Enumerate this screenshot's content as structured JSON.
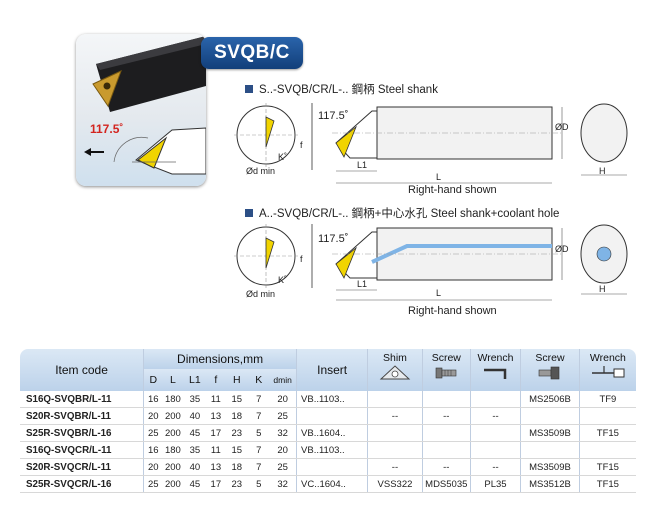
{
  "badge": "SVQB/C",
  "hero": {
    "angle": "117.5˚"
  },
  "sections": [
    {
      "title": "S..-SVQB/CR/L-..  鋼柄 Steel shank",
      "angle": "117.5˚",
      "labels": {
        "f": "f",
        "dmin": "Ød min",
        "k": "K˚",
        "l1": "L1",
        "l": "L",
        "d": "ØD",
        "h": "H"
      },
      "caption": "Right-hand shown"
    },
    {
      "title": "A..-SVQB/CR/L-..  鋼柄+中心水孔 Steel shank+coolant hole",
      "angle": "117.5˚",
      "labels": {
        "f": "f",
        "dmin": "Ød min",
        "k": "K˚",
        "l1": "L1",
        "l": "L",
        "d": "ØD",
        "h": "H"
      },
      "caption": "Right-hand shown"
    }
  ],
  "table": {
    "headers": {
      "item_code": "Item code",
      "dimensions": "Dimensions,mm",
      "dims": [
        "D",
        "L",
        "L1",
        "f",
        "H",
        "K",
        "dmin"
      ],
      "insert": "Insert",
      "shim": "Shim",
      "screw1": "Screw",
      "wrench1": "Wrench",
      "screw2": "Screw",
      "wrench2": "Wrench"
    },
    "rows": [
      {
        "code": "S16Q-SVQBR/L-11",
        "dims": [
          "16",
          "180",
          "35",
          "11",
          "15",
          "7",
          "20"
        ],
        "insert": "VB..1103..",
        "shim": "",
        "screw1": "",
        "wrench1": "",
        "screw2": "MS2506B",
        "wrench2": "TF9"
      },
      {
        "code": "S20R-SVQBR/L-11",
        "dims": [
          "20",
          "200",
          "40",
          "13",
          "18",
          "7",
          "25"
        ],
        "insert": "",
        "shim": "--",
        "screw1": "--",
        "wrench1": "--",
        "screw2": "",
        "wrench2": ""
      },
      {
        "code": "S25R-SVQBR/L-16",
        "dims": [
          "25",
          "200",
          "45",
          "17",
          "23",
          "5",
          "32"
        ],
        "insert": "VB..1604..",
        "shim": "",
        "screw1": "",
        "wrench1": "",
        "screw2": "MS3509B",
        "wrench2": "TF15"
      },
      {
        "code": "S16Q-SVQCR/L-11",
        "dims": [
          "16",
          "180",
          "35",
          "11",
          "15",
          "7",
          "20"
        ],
        "insert": "VB..1103..",
        "shim": "",
        "screw1": "",
        "wrench1": "",
        "screw2": "",
        "wrench2": ""
      },
      {
        "code": "S20R-SVQCR/L-11",
        "dims": [
          "20",
          "200",
          "40",
          "13",
          "18",
          "7",
          "25"
        ],
        "insert": "",
        "shim": "--",
        "screw1": "--",
        "wrench1": "--",
        "screw2": "MS3509B",
        "wrench2": "TF15"
      },
      {
        "code": "S25R-SVQCR/L-16",
        "dims": [
          "25",
          "200",
          "45",
          "17",
          "23",
          "5",
          "32"
        ],
        "insert": "VC..1604..",
        "shim": "VSS322",
        "screw1": "MDS5035",
        "wrench1": "PL35",
        "screw2": "MS3512B",
        "wrench2": "TF15"
      }
    ]
  }
}
